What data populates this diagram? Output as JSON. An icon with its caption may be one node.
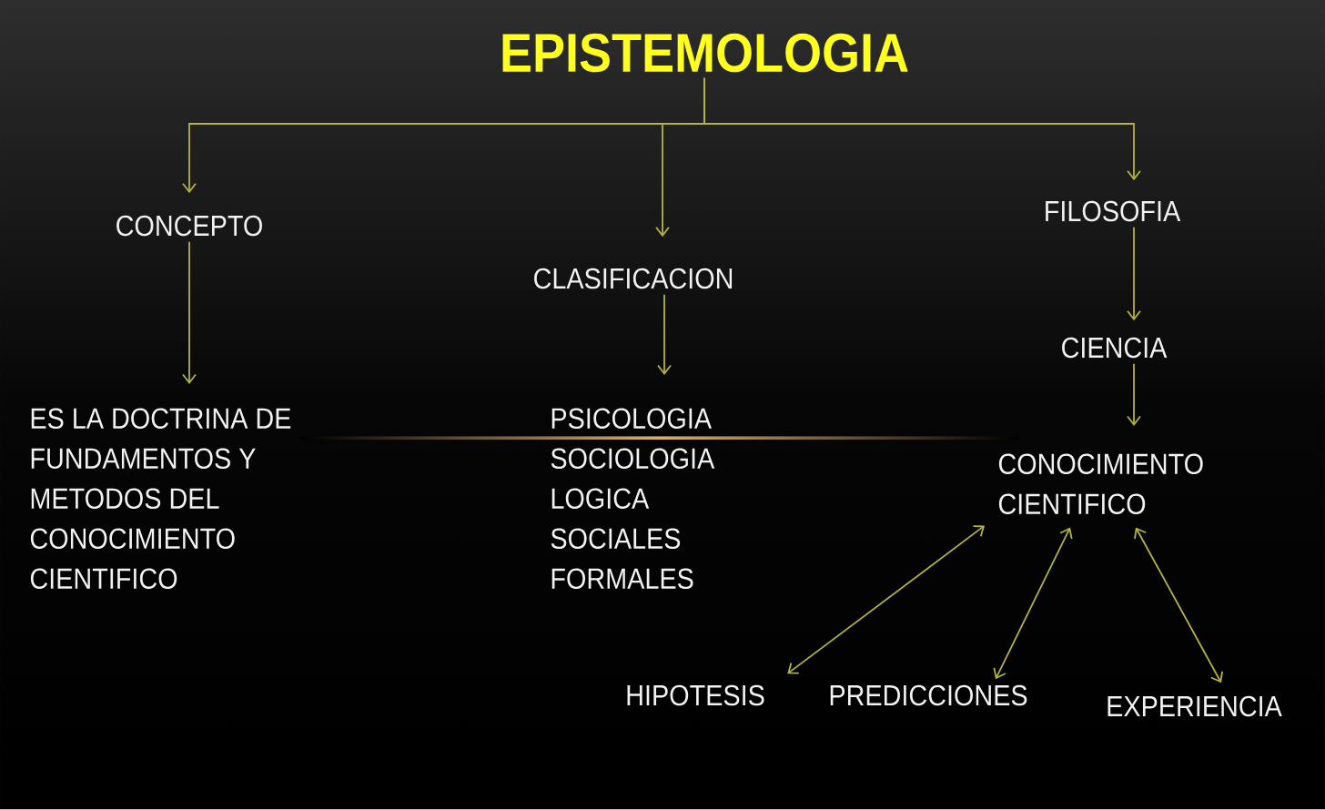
{
  "diagram": {
    "nodes": [
      {
        "text": [
          "EPISTEMOLOGIA"
        ]
      },
      {
        "text": [
          "CONCEPTO"
        ]
      },
      {
        "text": [
          "CLASIFICACION"
        ]
      },
      {
        "text": [
          "FILOSOFIA"
        ]
      },
      {
        "text": [
          "ES LA DOCTRINA DE FUNDAMENTOS Y METODOS DEL CONOCIMIENTO CIENTIFICO"
        ]
      },
      {
        "text": [
          "PSICOLOGIA",
          "SOCIOLOGIA",
          "LOGICA",
          "SOCIALES",
          "FORMALES"
        ]
      },
      {
        "text": [
          "CIENCIA"
        ]
      },
      {
        "text": [
          "CONOCIMIENTO CIENTIFICO"
        ]
      },
      {
        "text": [
          "HIPOTESIS"
        ]
      },
      {
        "text": [
          "PREDICCIONES"
        ]
      },
      {
        "text": [
          "EXPERIENCIA"
        ]
      }
    ],
    "edges": [
      {
        "from": 0,
        "to": 1,
        "arrow": "to"
      },
      {
        "from": 0,
        "to": 2,
        "arrow": "to"
      },
      {
        "from": 0,
        "to": 3,
        "arrow": "to"
      },
      {
        "from": 1,
        "to": 4,
        "arrow": "to"
      },
      {
        "from": 2,
        "to": 5,
        "arrow": "to"
      },
      {
        "from": 3,
        "to": 6,
        "arrow": "to"
      },
      {
        "from": 6,
        "to": 7,
        "arrow": "to"
      },
      {
        "from": 7,
        "to": 8,
        "arrow": "both"
      },
      {
        "from": 7,
        "to": 9,
        "arrow": "both"
      },
      {
        "from": 7,
        "to": 10,
        "arrow": "both"
      }
    ]
  }
}
